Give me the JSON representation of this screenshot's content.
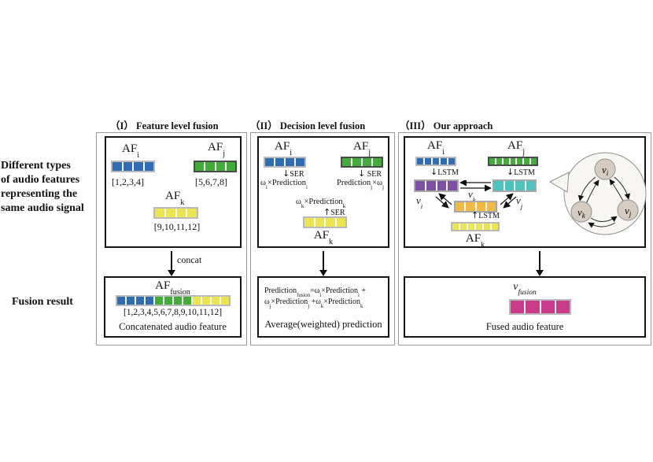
{
  "colors": {
    "blue": "#2e6cb5",
    "green": "#41ad39",
    "yellow": "#ece54f",
    "purple": "#7e4fa5",
    "teal": "#4cc3bf",
    "orange": "#f4b942",
    "magenta": "#cb3b8b",
    "bubble_circle": "#d7ccc2",
    "bubble_fill": "#f7f6f3"
  },
  "side": {
    "top_label": "Different types\nof audio features\nrepresenting the\nsame audio signal",
    "bottom_label": "Fusion result"
  },
  "headers": {
    "feature": "（I）  Feature level fusion",
    "decision": "（II）  Decision level fusion",
    "ours": "（III）  Our approach"
  },
  "feature": {
    "af_i": {
      "base": "AF",
      "sub": "i"
    },
    "af_i_values": "[1,2,3,4]",
    "af_j": {
      "base": "AF",
      "sub": "j"
    },
    "af_j_values": "[5,6,7,8]",
    "af_k": {
      "base": "AF",
      "sub": "k"
    },
    "af_k_values": "[9,10,11,12]",
    "bar_i": {
      "count": 4,
      "color": "blue"
    },
    "bar_j": {
      "count": 4,
      "color": "green"
    },
    "bar_k": {
      "count": 4,
      "color": "yellow"
    },
    "arrow_label": "concat",
    "fusion": {
      "base": "AF",
      "sub": "fusion"
    },
    "fusion_bar": {
      "count": 12,
      "colors": [
        "blue",
        "blue",
        "blue",
        "blue",
        "green",
        "green",
        "green",
        "green",
        "yellow",
        "yellow",
        "yellow",
        "yellow"
      ]
    },
    "fusion_values": "[1,2,3,4,5,6,7,8,9,10,11,12]",
    "caption": "Concatenated audio feature"
  },
  "decision": {
    "af_i": {
      "base": "AF",
      "sub": "i"
    },
    "af_j": {
      "base": "AF",
      "sub": "j"
    },
    "af_k": {
      "base": "AF",
      "sub": "k"
    },
    "bar_i": {
      "count": 4,
      "color": "blue"
    },
    "bar_j": {
      "count": 4,
      "color": "green"
    },
    "bar_k": {
      "count": 4,
      "color": "yellow"
    },
    "ser_i": "SER",
    "ser_j": "SER",
    "ser_k": "SER",
    "pred_i": {
      "a": "ω",
      "as": "i",
      "b": "×Prediction",
      "bs": "i"
    },
    "pred_j": {
      "a": "Prediction",
      "as": "j",
      "b": "×ω",
      "bs": "j"
    },
    "pred_k": {
      "a": "ω",
      "as": "k",
      "b": "×Prediction",
      "bs": "k"
    },
    "formula_l1": {
      "t0": "Prediction",
      "s0": "fusion",
      "t1": "=ω",
      "s1": "i",
      "t2": "×Prediction",
      "s2": "i",
      "t3": " +"
    },
    "formula_l2": {
      "t0": "ω",
      "s0": "j",
      "t1": "×Prediction",
      "s1": "j",
      "t2": " +ω",
      "s2": "k",
      "t3": "×Prediction",
      "s3": "k"
    },
    "caption": "Average(weighted) prediction"
  },
  "ours": {
    "af_i": {
      "base": "AF",
      "sub": "i"
    },
    "af_j": {
      "base": "AF",
      "sub": "j"
    },
    "af_k": {
      "base": "AF",
      "sub": "k"
    },
    "bar_i": {
      "count": 5,
      "color": "blue"
    },
    "bar_j": {
      "count": 7,
      "color": "green"
    },
    "bar_k": {
      "count": 6,
      "color": "yellow"
    },
    "lstm_i": "LSTM",
    "lstm_j": "LSTM",
    "lstm_k": "LSTM",
    "v_i_bar": {
      "count": 4,
      "color": "purple"
    },
    "v_j_bar": {
      "count": 4,
      "color": "teal"
    },
    "v_k_bar": {
      "count": 4,
      "color": "orange"
    },
    "v_i": {
      "base": "v",
      "sub": "i"
    },
    "v_j": {
      "base": "v",
      "sub": "j"
    },
    "v_k": {
      "base": "v",
      "sub": "k"
    },
    "bubble": {
      "v_i": {
        "base": "v",
        "sub": "i"
      },
      "v_k": {
        "base": "v",
        "sub": "k"
      },
      "v_j": {
        "base": "v",
        "sub": "j"
      }
    },
    "fusion": {
      "base": "v",
      "sub": "fusion"
    },
    "fusion_bar": {
      "count": 4,
      "color": "magenta"
    },
    "caption": "Fused audio feature"
  }
}
